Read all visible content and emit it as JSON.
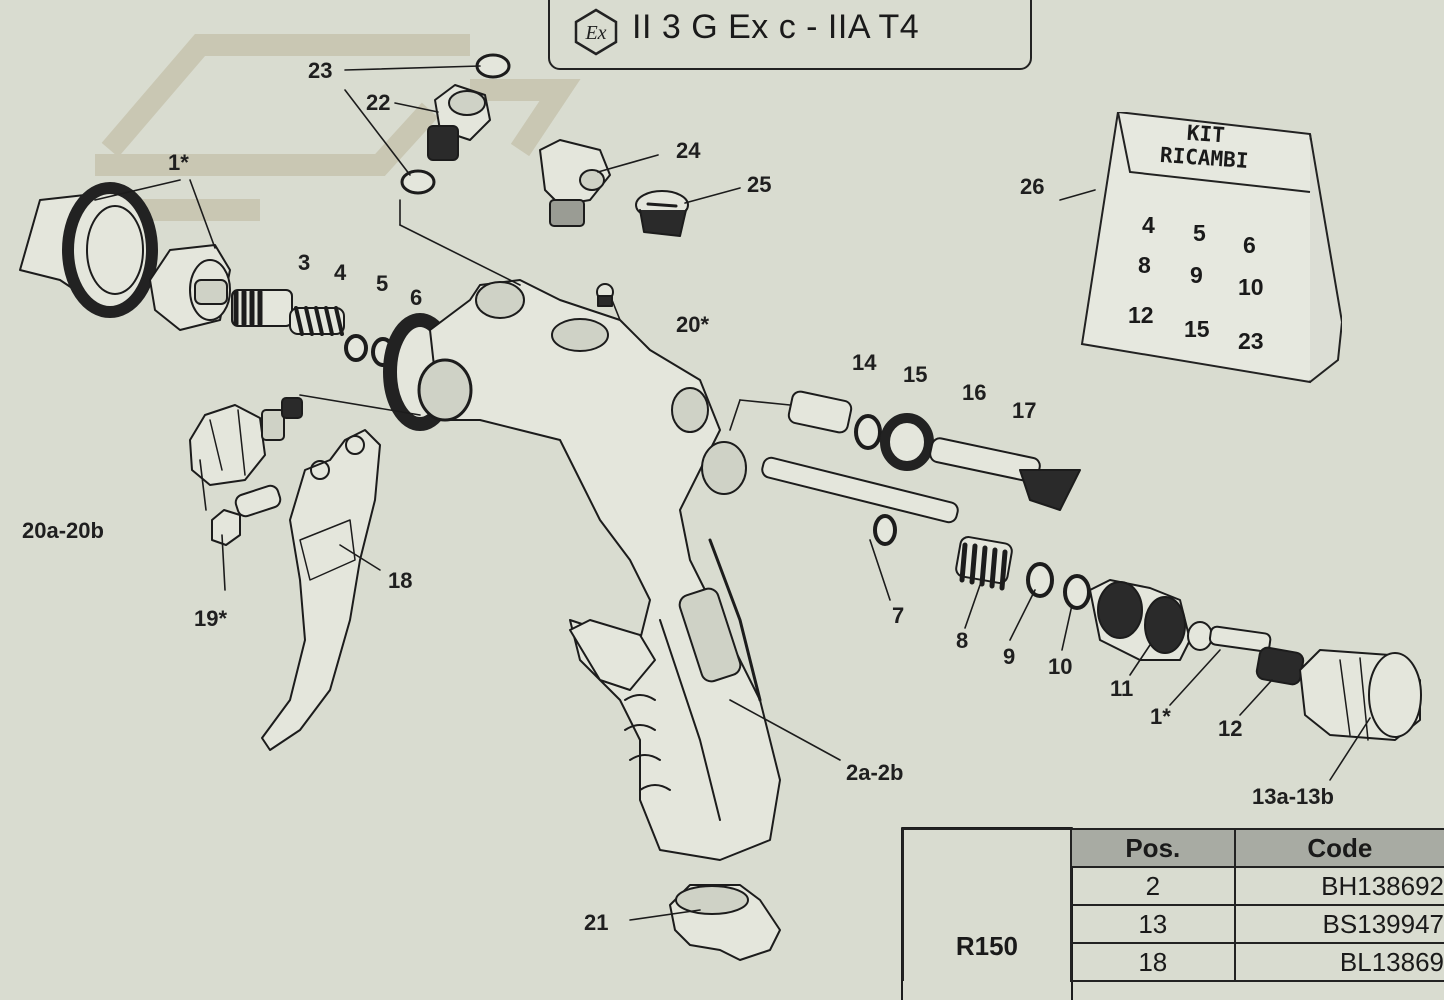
{
  "certification": {
    "ex_symbol": "Ex",
    "text": "II 3 G Ex c - IIA T4"
  },
  "callouts": [
    {
      "id": "c23",
      "text": "23"
    },
    {
      "id": "c22",
      "text": "22"
    },
    {
      "id": "c24",
      "text": "24"
    },
    {
      "id": "c25",
      "text": "25"
    },
    {
      "id": "c26",
      "text": "26"
    },
    {
      "id": "c1a",
      "text": "1*"
    },
    {
      "id": "c3",
      "text": "3"
    },
    {
      "id": "c4",
      "text": "4"
    },
    {
      "id": "c5",
      "text": "5"
    },
    {
      "id": "c6",
      "text": "6"
    },
    {
      "id": "c20s",
      "text": "20*"
    },
    {
      "id": "c14",
      "text": "14"
    },
    {
      "id": "c15",
      "text": "15"
    },
    {
      "id": "c16",
      "text": "16"
    },
    {
      "id": "c17",
      "text": "17"
    },
    {
      "id": "c20ab",
      "text": "20a-20b"
    },
    {
      "id": "c19",
      "text": "19*"
    },
    {
      "id": "c18",
      "text": "18"
    },
    {
      "id": "c7",
      "text": "7"
    },
    {
      "id": "c8",
      "text": "8"
    },
    {
      "id": "c9",
      "text": "9"
    },
    {
      "id": "c10",
      "text": "10"
    },
    {
      "id": "c11",
      "text": "11"
    },
    {
      "id": "c1b",
      "text": "1*"
    },
    {
      "id": "c12",
      "text": "12"
    },
    {
      "id": "c13ab",
      "text": "13a-13b"
    },
    {
      "id": "c2ab",
      "text": "2a-2b"
    },
    {
      "id": "c21",
      "text": "21"
    }
  ],
  "kit": {
    "title_line1": "KIT",
    "title_line2": "RICAMBI",
    "numbers": [
      "4",
      "5",
      "6",
      "8",
      "9",
      "10",
      "12",
      "15",
      "23"
    ]
  },
  "table": {
    "headers": [
      "Pos.",
      "Code"
    ],
    "model": "R150",
    "rows": [
      {
        "pos": "2",
        "code": "BH138692"
      },
      {
        "pos": "13",
        "code": "BS139947"
      },
      {
        "pos": "18",
        "code": "BL13869"
      }
    ]
  },
  "colors": {
    "paper": "#d9dcd0",
    "ink": "#1a1a1a",
    "header_fill": "#a8aba3",
    "watermark": "#c6c2ad"
  }
}
